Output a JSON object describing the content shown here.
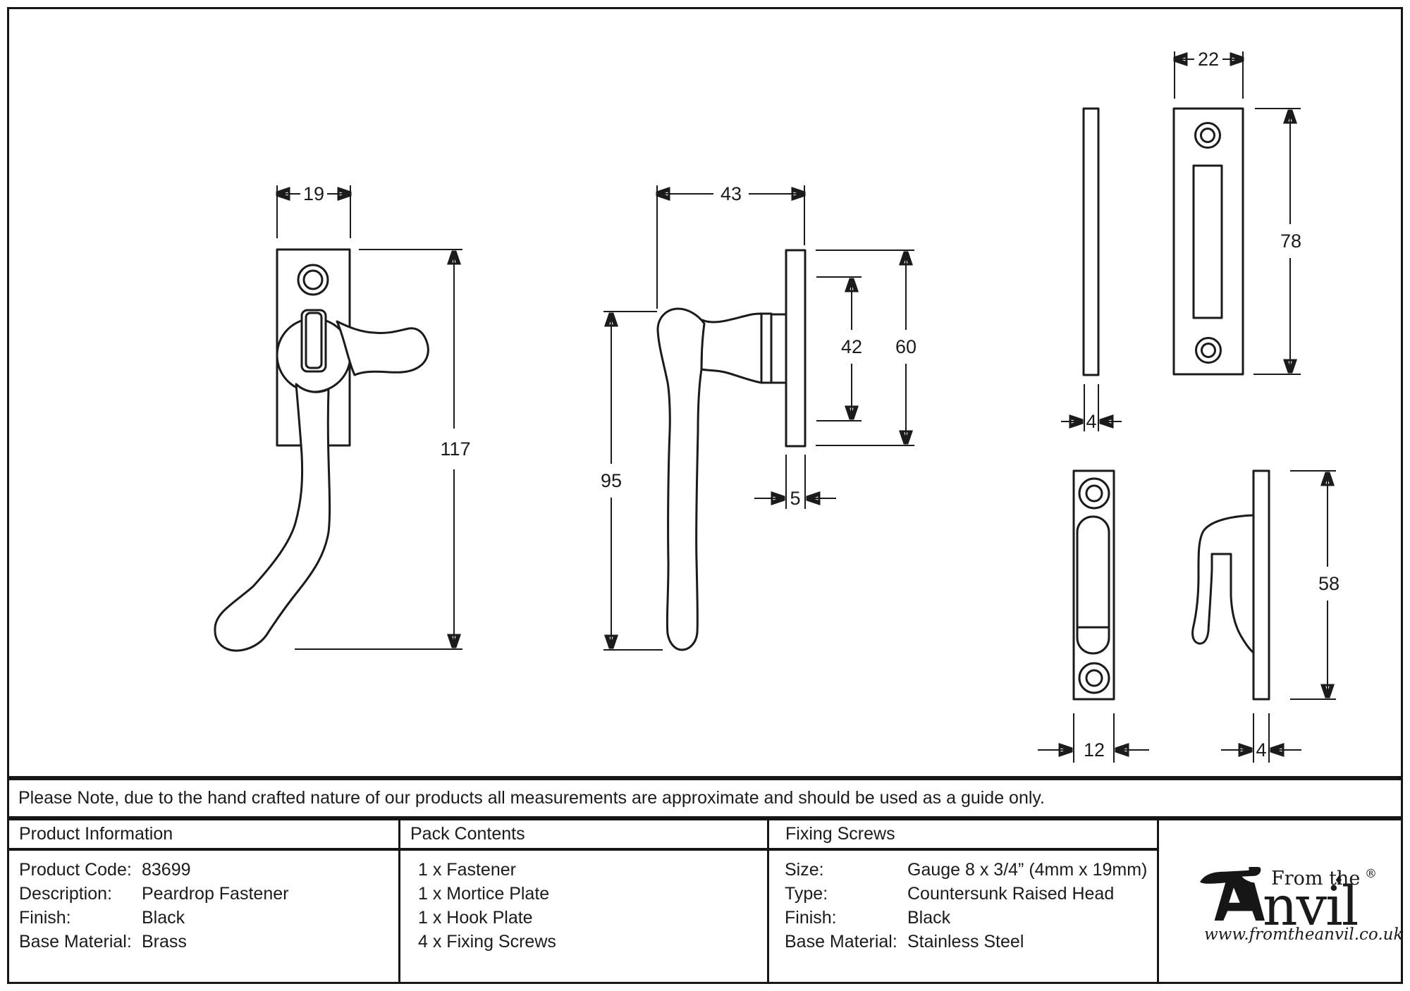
{
  "sheet": {
    "note": "Please Note, due to the hand crafted nature of our products all measurements are approximate and should be used as a guide only."
  },
  "dimensions": {
    "fastener_front": {
      "width": "19",
      "height": "117"
    },
    "fastener_side": {
      "width": "43",
      "height": "95",
      "boss_height": "42",
      "plate_height": "60",
      "plate_thickness": "5"
    },
    "mortice_plate": {
      "width": "22",
      "height": "78",
      "thickness": "4"
    },
    "hook_plate": {
      "width": "12",
      "height": "58",
      "thickness": "4"
    }
  },
  "product_information": {
    "title": "Product Information",
    "rows": [
      {
        "label": "Product Code:",
        "value": "83699"
      },
      {
        "label": "Description:",
        "value": "Peardrop Fastener"
      },
      {
        "label": "Finish:",
        "value": "Black"
      },
      {
        "label": "Base Material:",
        "value": "Brass"
      }
    ]
  },
  "pack_contents": {
    "title": "Pack Contents",
    "items": [
      "1 x Fastener",
      "1 x Mortice Plate",
      "1 x Hook Plate",
      "4 x Fixing Screws"
    ]
  },
  "fixing_screws": {
    "title": "Fixing Screws",
    "rows": [
      {
        "label": "Size:",
        "value": "Gauge 8 x 3/4” (4mm x 19mm)"
      },
      {
        "label": "Type:",
        "value": "Countersunk Raised Head"
      },
      {
        "label": "Finish:",
        "value": "Black"
      },
      {
        "label": "Base Material:",
        "value": "Stainless Steel"
      }
    ]
  },
  "logo": {
    "prefix": "From the",
    "diamond": "♦",
    "name": "nvil",
    "registered": "®",
    "website": "www.fromtheanvil.co.uk"
  }
}
